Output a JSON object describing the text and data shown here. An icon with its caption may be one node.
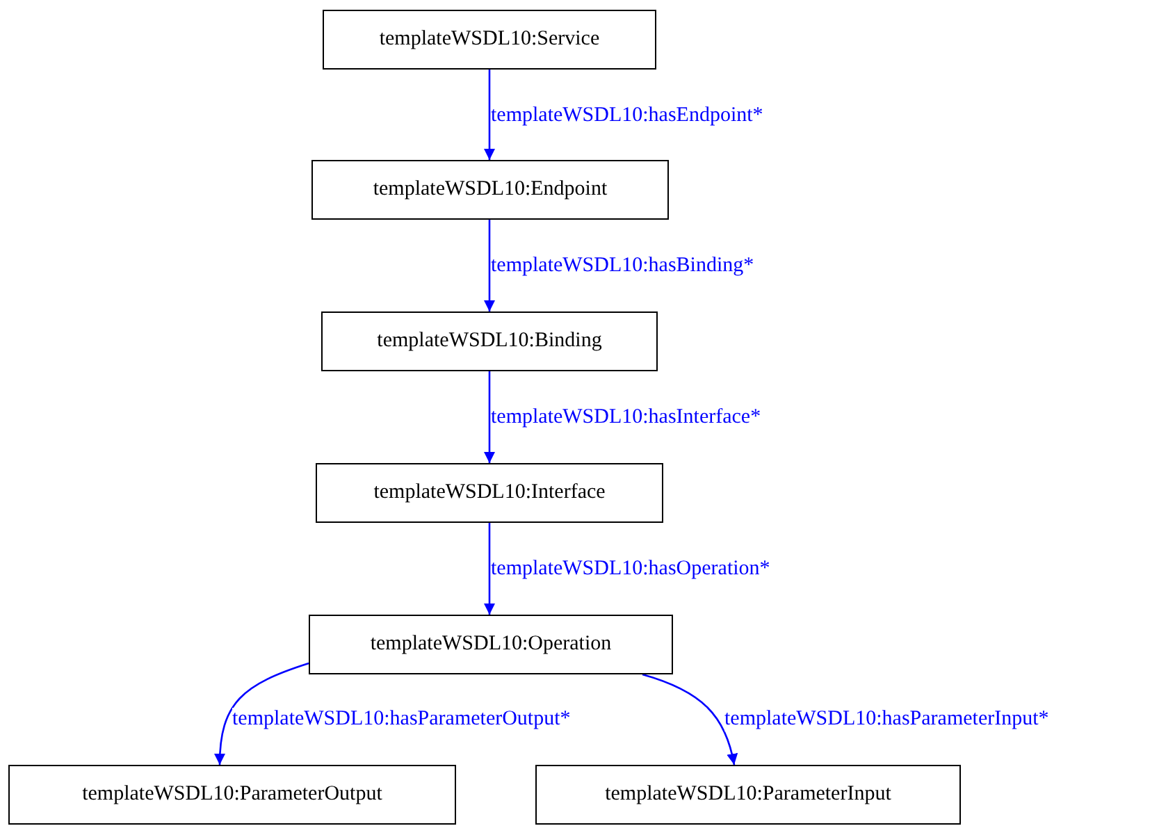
{
  "diagram": {
    "nodes": [
      {
        "text": [
          "templateWSDL10:Service"
        ]
      },
      {
        "text": [
          "templateWSDL10:Endpoint"
        ]
      },
      {
        "text": [
          "templateWSDL10:Binding"
        ]
      },
      {
        "text": [
          "templateWSDL10:Interface"
        ]
      },
      {
        "text": [
          "templateWSDL10:Operation"
        ]
      },
      {
        "text": [
          "templateWSDL10:ParameterOutput"
        ]
      },
      {
        "text": [
          "templateWSDL10:ParameterInput"
        ]
      }
    ],
    "edges": [
      {
        "from": 0,
        "to": 1,
        "arrow": "to",
        "label": "templateWSDL10:hasEndpoint*"
      },
      {
        "from": 1,
        "to": 2,
        "arrow": "to",
        "label": "templateWSDL10:hasBinding*"
      },
      {
        "from": 2,
        "to": 3,
        "arrow": "to",
        "label": "templateWSDL10:hasInterface*"
      },
      {
        "from": 3,
        "to": 4,
        "arrow": "to",
        "label": "templateWSDL10:hasOperation*"
      },
      {
        "from": 4,
        "to": 5,
        "arrow": "to",
        "label": "templateWSDL10:hasParameterOutput*"
      },
      {
        "from": 4,
        "to": 6,
        "arrow": "to",
        "label": "templateWSDL10:hasParameterInput*"
      }
    ]
  }
}
